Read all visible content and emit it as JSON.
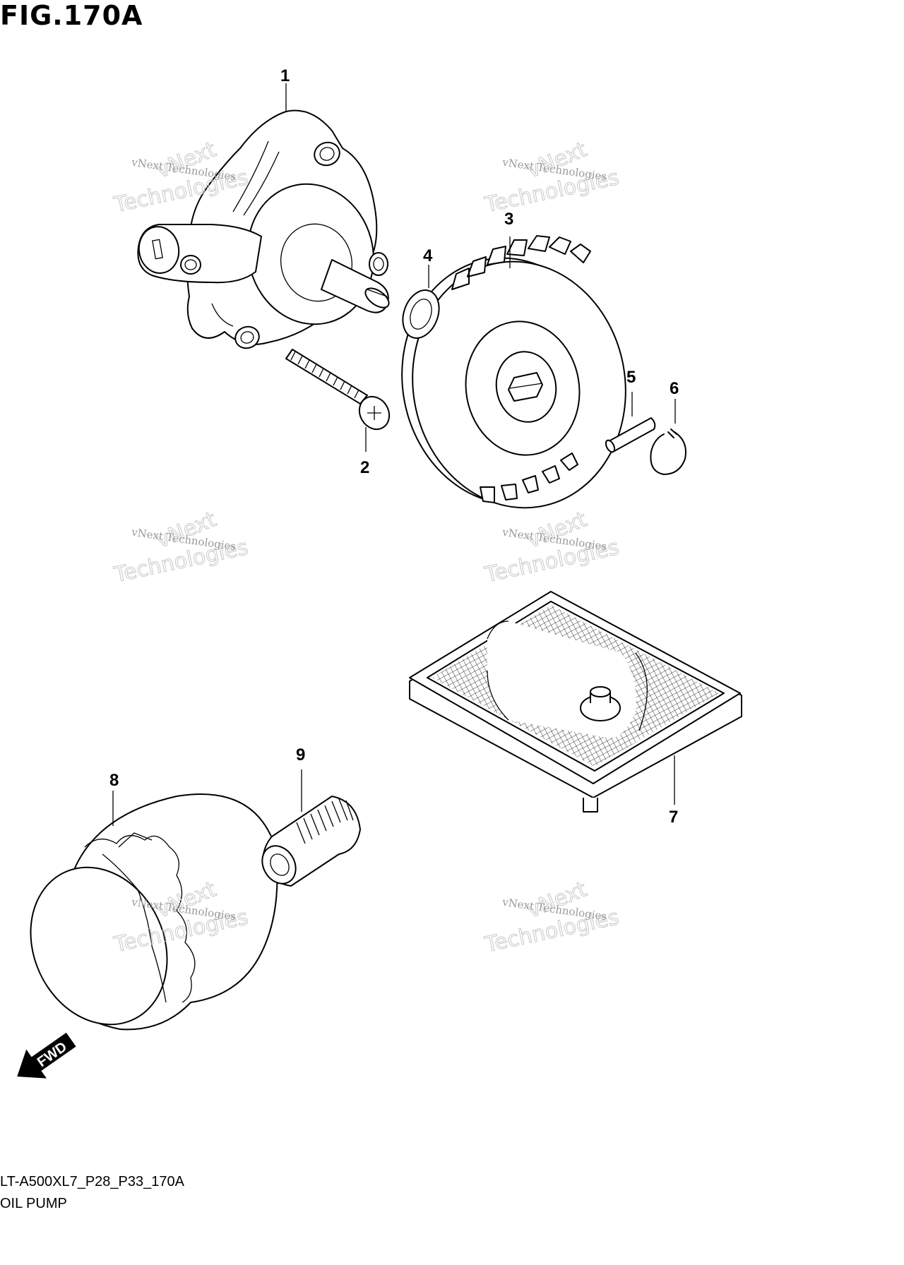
{
  "figure": {
    "title": "FIG.170A"
  },
  "callouts": [
    {
      "id": "1",
      "label": "1"
    },
    {
      "id": "2",
      "label": "2"
    },
    {
      "id": "3",
      "label": "3"
    },
    {
      "id": "4",
      "label": "4"
    },
    {
      "id": "5",
      "label": "5"
    },
    {
      "id": "6",
      "label": "6"
    },
    {
      "id": "7",
      "label": "7"
    },
    {
      "id": "8",
      "label": "8"
    },
    {
      "id": "9",
      "label": "9"
    }
  ],
  "watermark": {
    "small": "vNext Technologies",
    "big_top": "vNext",
    "big_bottom": "Technologies"
  },
  "fwd": {
    "label": "FWD"
  },
  "footer": {
    "code": "LT-A500XL7_P28_P33_170A",
    "name": "OIL PUMP"
  }
}
